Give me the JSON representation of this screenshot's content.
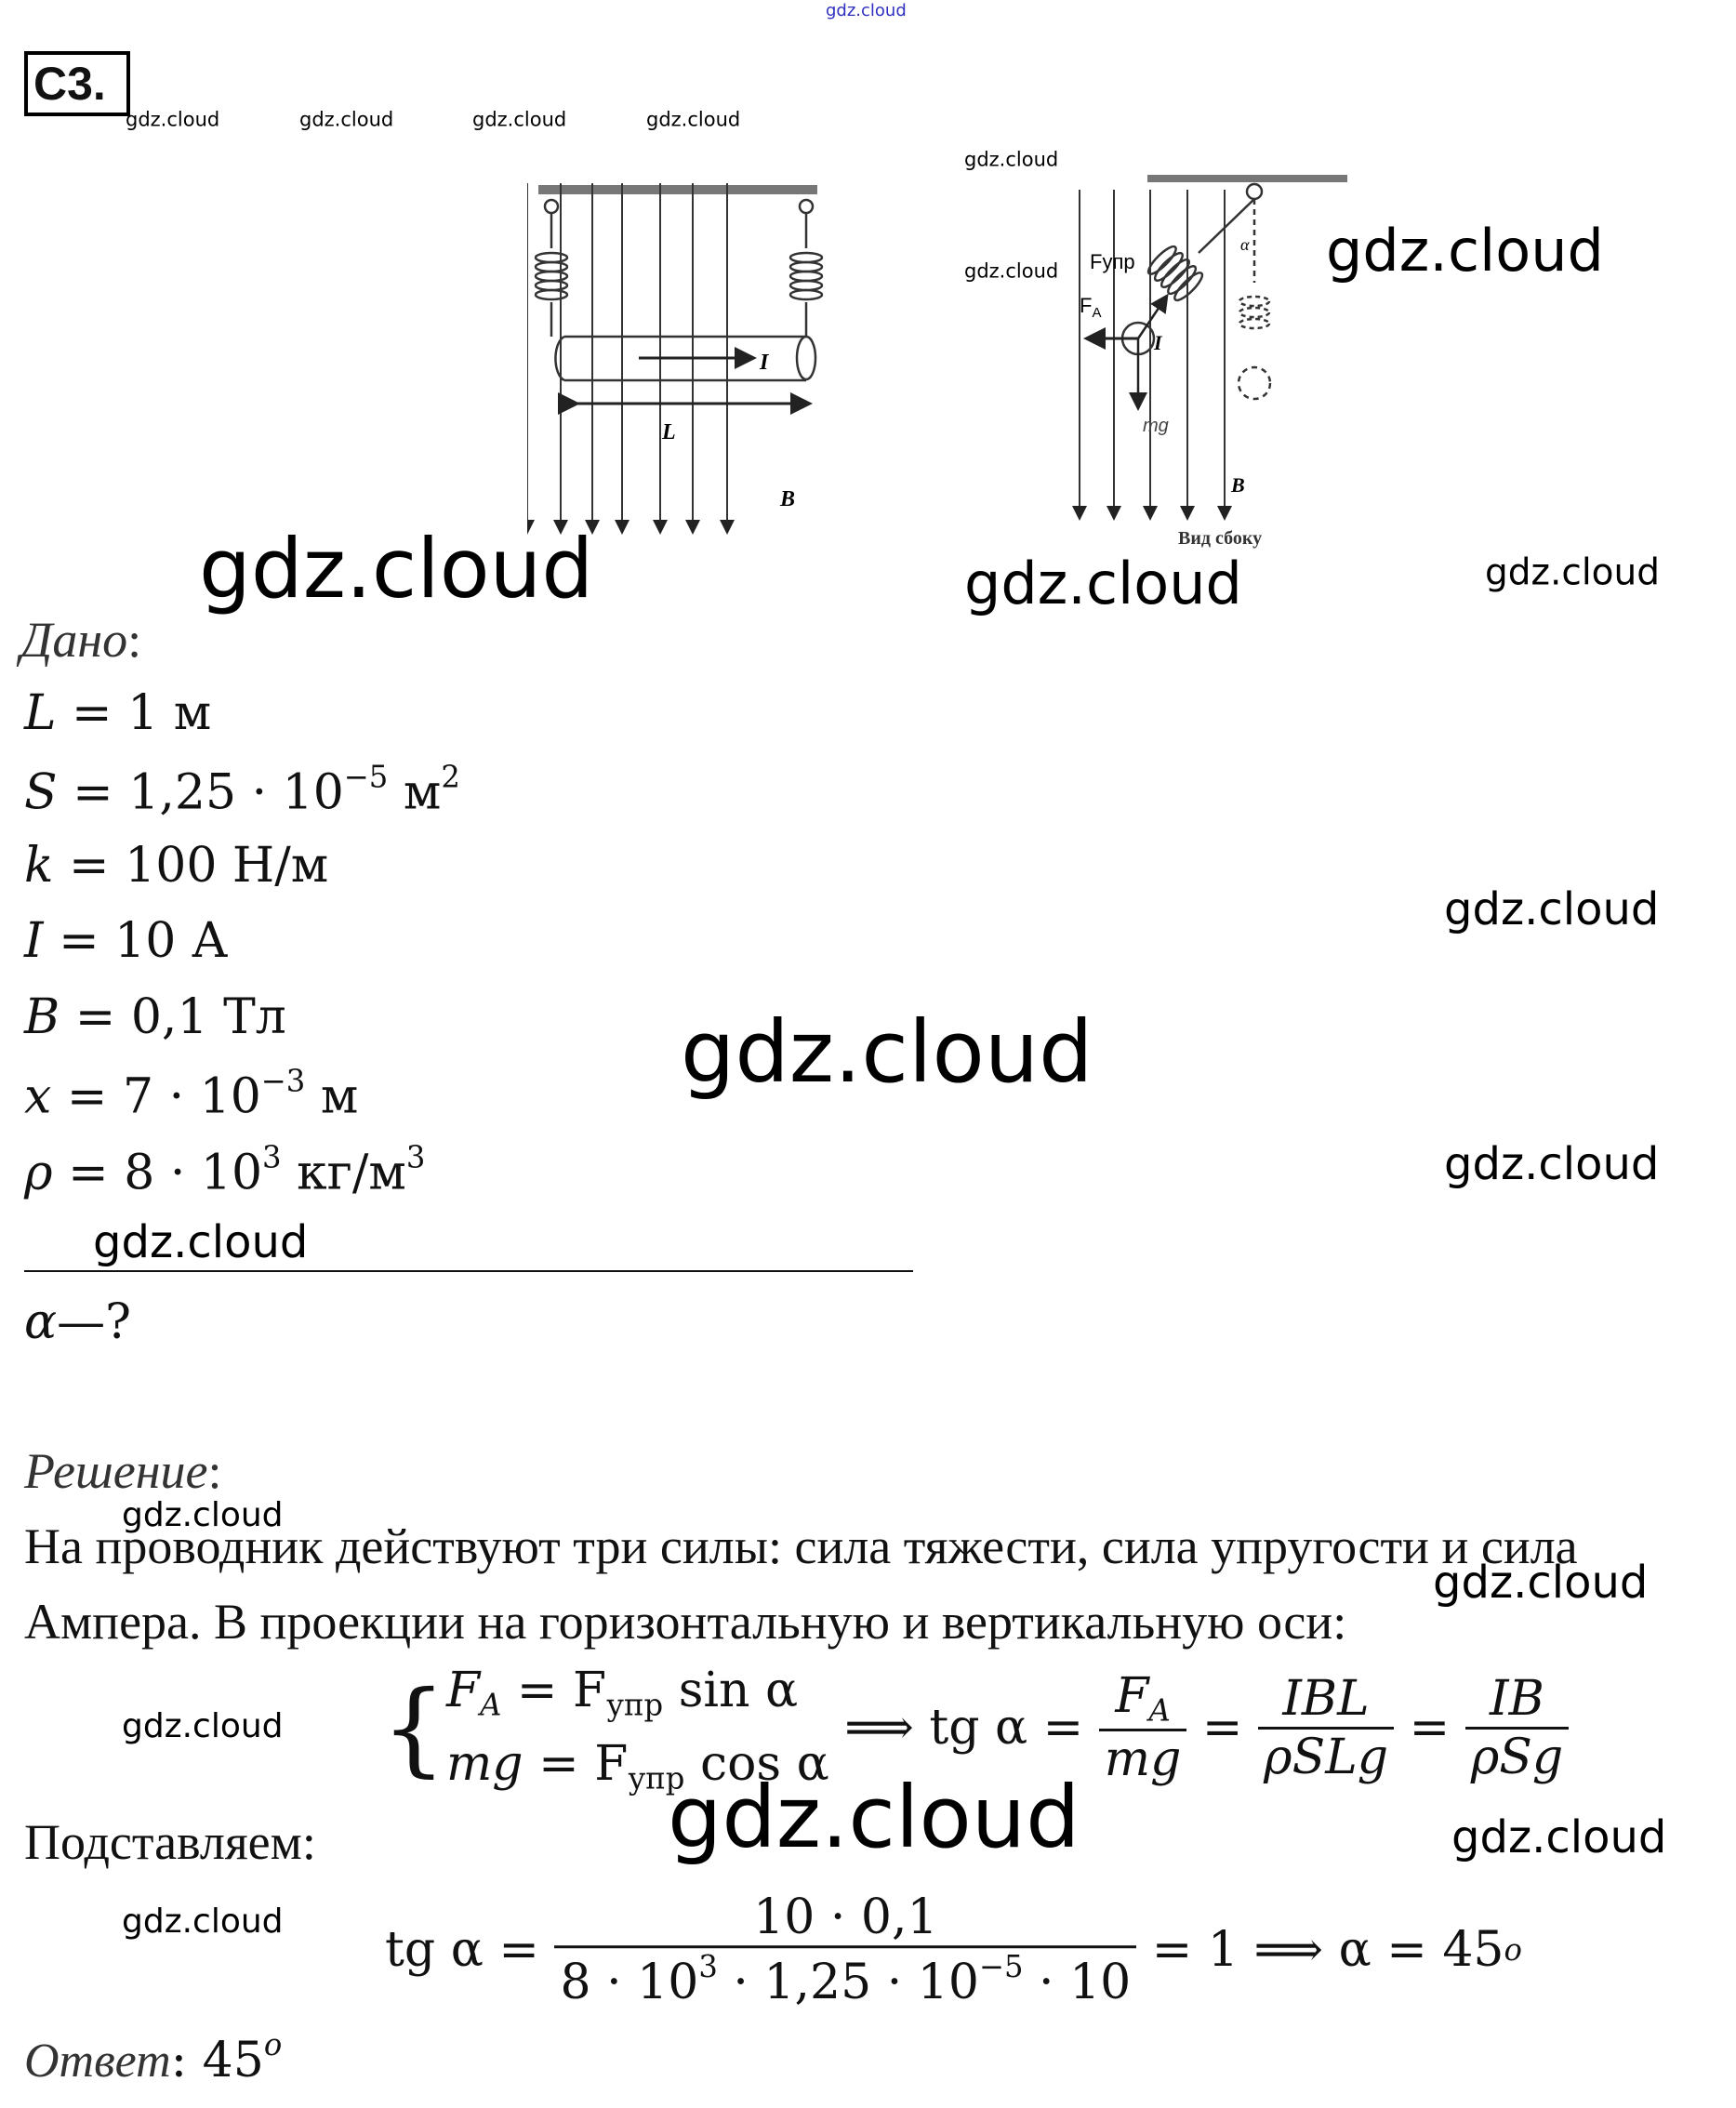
{
  "watermark": "gdz.cloud",
  "problem_label": "C3.",
  "figures": {
    "left": {
      "current_label": "I",
      "length_label": "L",
      "field_label": "B"
    },
    "right": {
      "elastic_force_label": "Fупр",
      "ampere_force_label": "F",
      "ampere_sub": "A",
      "gravity_label": "mg",
      "current_label": "I",
      "angle_label": "α",
      "field_label": "B",
      "caption": "Вид сбоку"
    }
  },
  "given": {
    "heading": "Дано",
    "colon": ":",
    "items": [
      {
        "var": "L",
        "rhs": " = 1 м"
      },
      {
        "var": "S",
        "rhs": " = 1,25 · 10",
        "exp": "−5",
        "unit": " м",
        "unit_exp": "2"
      },
      {
        "var": "k",
        "rhs": " = 100 Н/м"
      },
      {
        "var": "I",
        "rhs": " = 10 А"
      },
      {
        "var": "B",
        "rhs": " = 0,1 Тл"
      },
      {
        "var": "x",
        "rhs": " = 7 · 10",
        "exp": "−3",
        "unit": " м"
      },
      {
        "var": "ρ",
        "rhs": " = 8 · 10",
        "exp": "3",
        "unit": " кг/м",
        "unit_exp": "3"
      }
    ],
    "find_var": "α",
    "find_rest": "—?"
  },
  "solution": {
    "heading": "Решение",
    "colon": ":",
    "line1": "На проводник действуют три силы: сила тяжести, сила упругости и сила",
    "line2": "Ампера. В проекции на горизонтальную и вертикальную оси:",
    "system": {
      "eq1_lhs": "F",
      "eq1_lhs_sub": "A",
      "eq1_mid": " = F",
      "eq1_sub": "упр",
      "eq1_rhs": " sin α",
      "eq2_lhs": "mg",
      "eq2_mid": " = F",
      "eq2_sub": "упр",
      "eq2_rhs": " cos α",
      "implies": " ⟹ tg α = ",
      "f1_num": "F",
      "f1_num_sub": "A",
      "f1_den": "mg",
      "eq": " = ",
      "f2_num": "IBL",
      "f2_den": "ρSLg",
      "f3_num": "IB",
      "f3_den": "ρSg"
    },
    "substitute_label": "Подставляем:",
    "calc": {
      "lhs": "tg α = ",
      "num": "10 · 0,1",
      "den_a": "8 · 10",
      "den_a_exp": "3",
      "den_b": " · 1,25 · 10",
      "den_b_exp": "−5",
      "den_c": " · 10",
      "rhs": " = 1 ⟹ α = 45",
      "rhs_exp": "o"
    },
    "answer_label": "Ответ",
    "answer_colon": ":",
    "answer_value": " 45",
    "answer_exp": "o"
  }
}
